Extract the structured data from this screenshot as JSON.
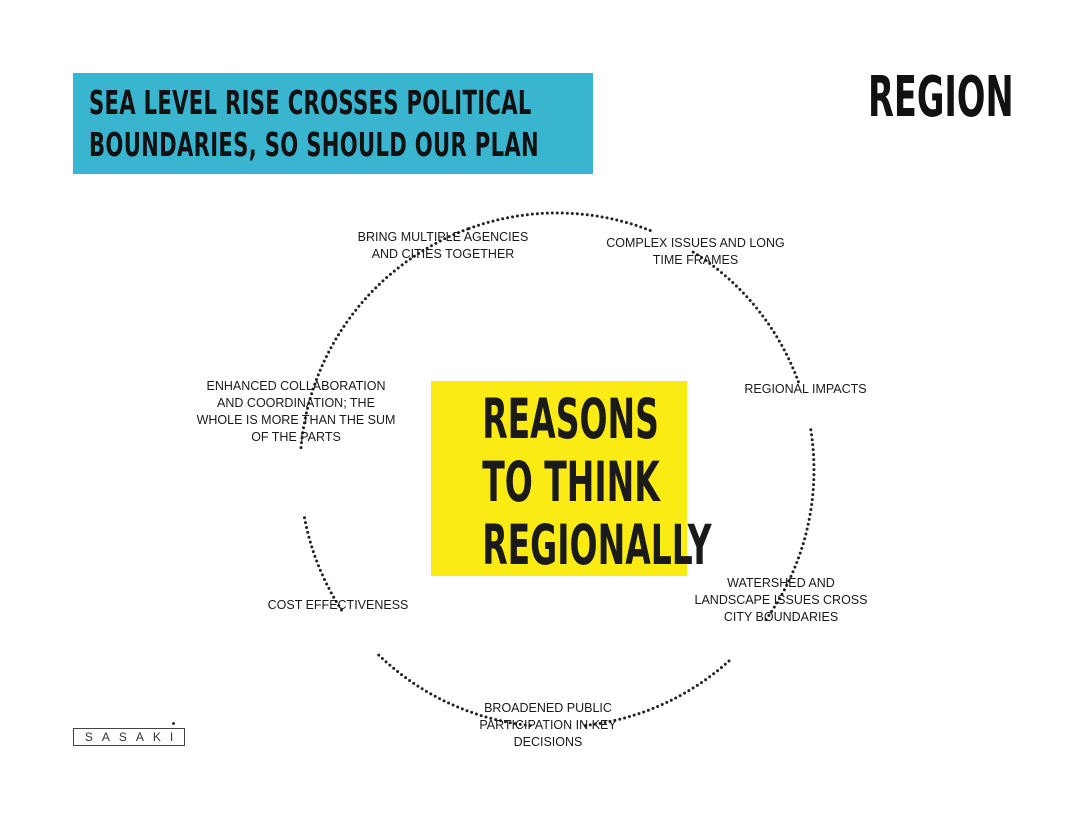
{
  "banner": {
    "line1": "SEA LEVEL RISE CROSSES POLITICAL",
    "line2": "BOUNDARIES, SO SHOULD OUR PLAN",
    "color": "#3ab5cf"
  },
  "section_title": "REGION",
  "center": {
    "line1": "REASONS",
    "line2": "TO THINK",
    "line3": "REGIONALLY",
    "color": "#fbeb14"
  },
  "reasons": [
    "BRING MULTIPLE AGENCIES AND CITIES TOGETHER",
    "COMPLEX ISSUES AND LONG TIME FRAMES",
    "REGIONAL IMPACTS",
    "WATERSHED AND LANDSCAPE ISSUES CROSS CITY BOUNDARIES",
    "BROADENED PUBLIC PARTICIPATION IN KEY DECISIONS",
    "COST EFFECTIVENESS",
    "ENHANCED COLLABORATION AND COORDINATION; THE WHOLE IS MORE THAN THE SUM OF THE PARTS"
  ],
  "logo": {
    "text": "SASAKI"
  }
}
